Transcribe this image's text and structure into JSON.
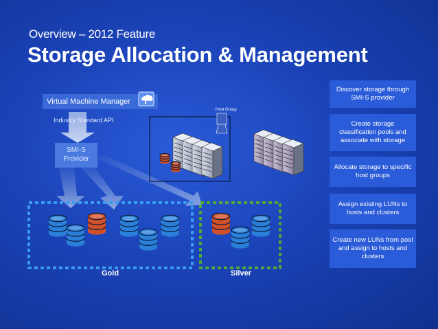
{
  "header": {
    "subtitle": "Overview – 2012 Feature",
    "title": "Storage Allocation & Management"
  },
  "diagram": {
    "vmm_label": "Virtual Machine Manager",
    "api_label": "Industry Standard API",
    "smis_label_1": "SMI-S",
    "smis_label_2": "Provider",
    "host_group_label": "Host Group",
    "gold_label": "Gold",
    "silver_label": "Silver",
    "colors": {
      "gold_border": "#3a9cf0",
      "silver_border": "#4ea83a",
      "disk_blue": "#2a7fd8",
      "disk_orange": "#d0502a"
    }
  },
  "steps": [
    "Discover storage through SMI-S provider",
    "Create storage classification pools and associate with storage",
    "Allocate storage to specific host groups",
    "Assign existing LUNs to hosts and clusters",
    "Create new LUNs from pool and assign to hosts and clusters"
  ]
}
